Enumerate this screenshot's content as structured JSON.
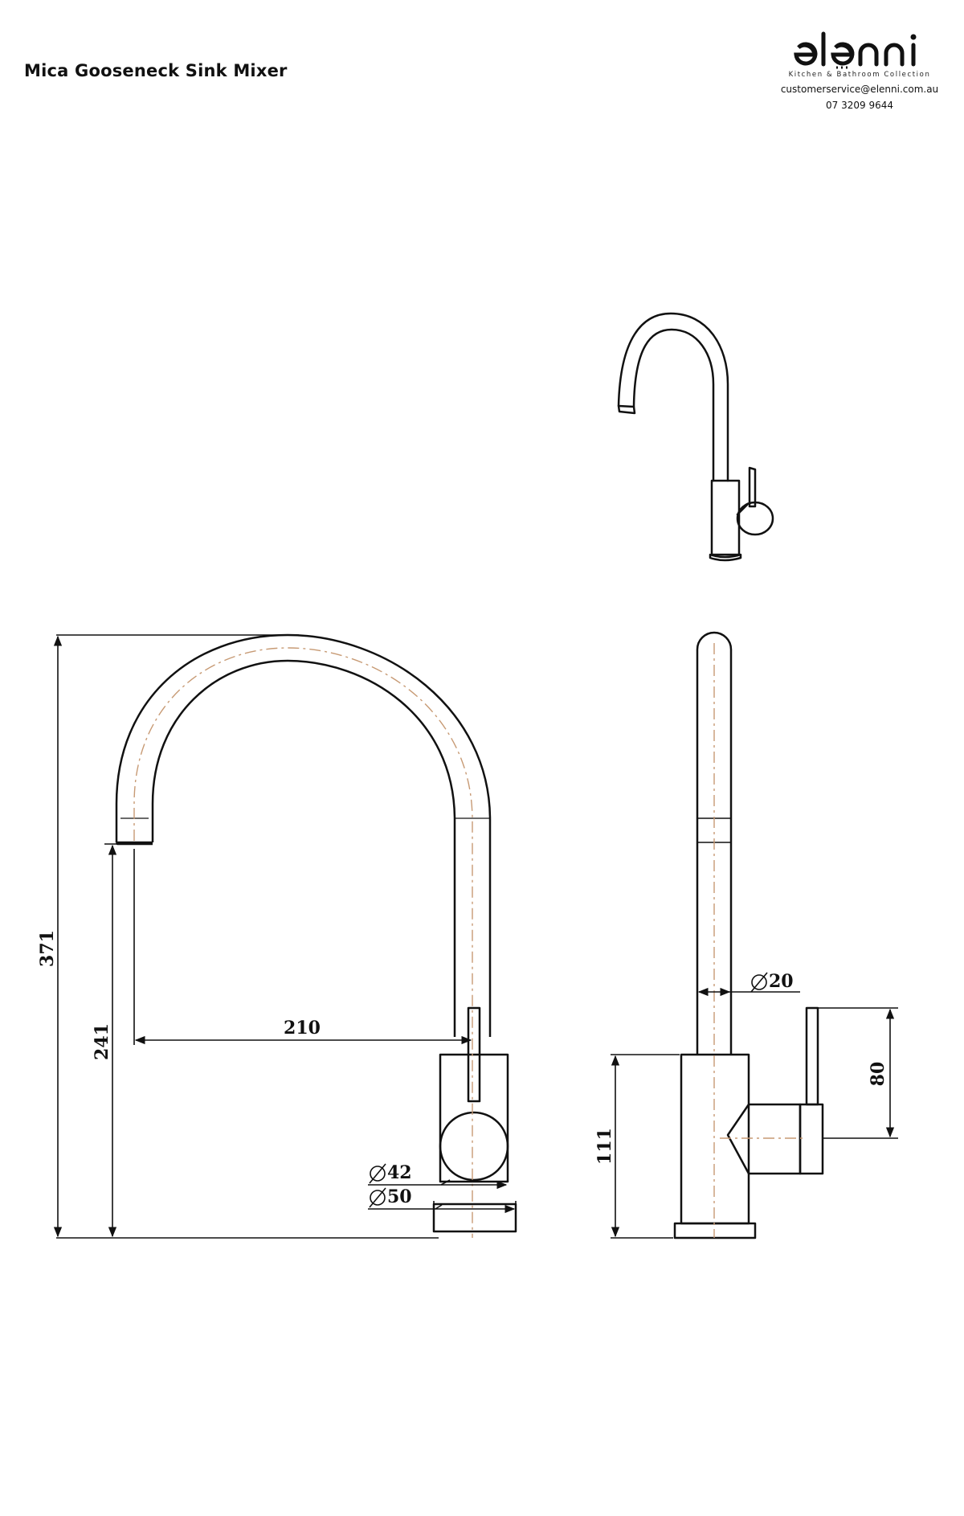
{
  "header": {
    "title": "Mica Gooseneck Sink Mixer"
  },
  "brand": {
    "logo_text": "elenni",
    "tagline": "Kitchen & Bathroom Collection",
    "email": "customerservice@elenni.com.au",
    "phone": "07 3209 9644"
  },
  "dimensions": {
    "overall_height": "371",
    "spout_height": "241",
    "spout_reach": "210",
    "body_diameter": "42",
    "base_diameter": "50",
    "spout_diameter": "20",
    "body_height": "111",
    "lever_height": "80"
  },
  "colors": {
    "line": "#111111",
    "centerline": "#c79a74"
  }
}
